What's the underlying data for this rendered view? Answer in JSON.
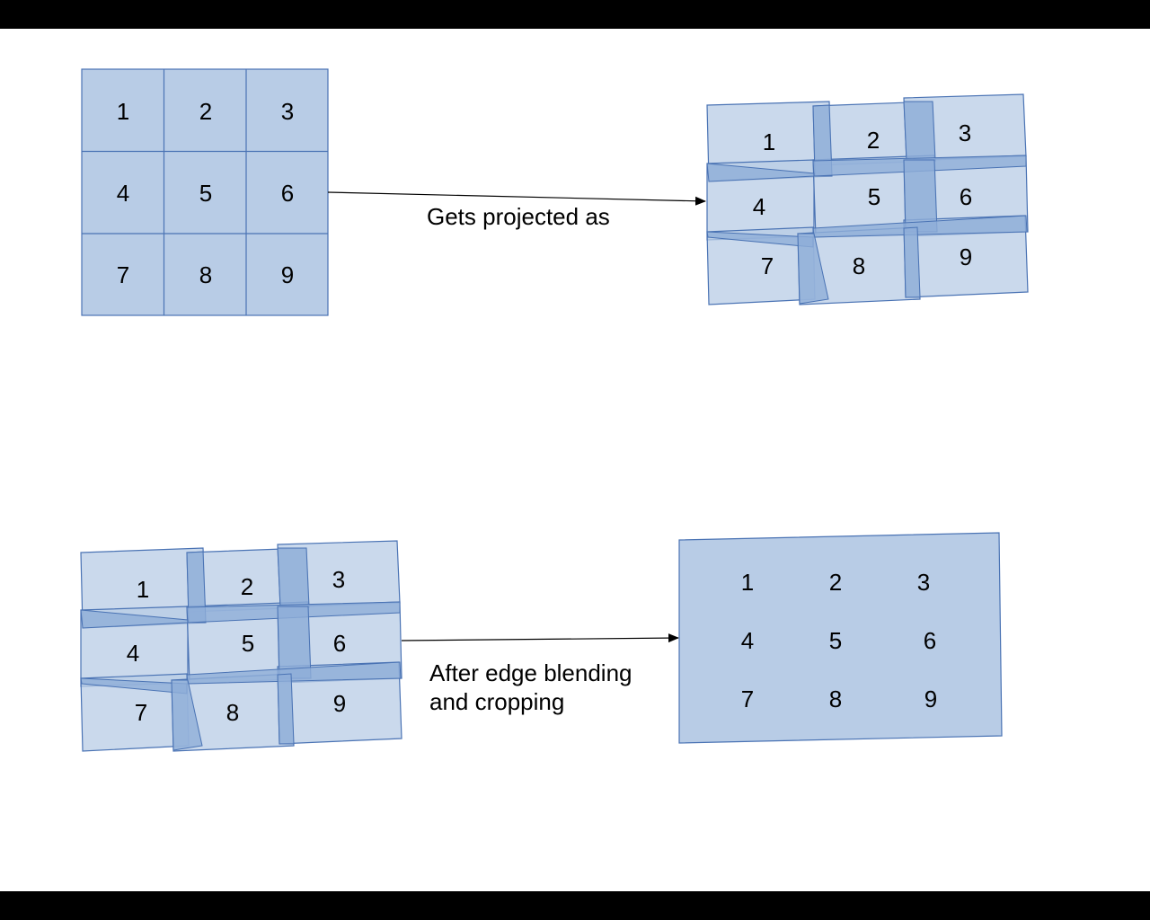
{
  "diagram": {
    "grid_labels": [
      "1",
      "2",
      "3",
      "4",
      "5",
      "6",
      "7",
      "8",
      "9"
    ],
    "arrow1_label": "Gets projected as",
    "arrow2_label_line1": "After edge blending",
    "arrow2_label_line2": "and cropping",
    "colors": {
      "tile_fill": "#b8cce6",
      "tile_stroke": "#4a73b4",
      "overlap_fill": "#8eaed8",
      "text": "#000000",
      "arrow": "#000000"
    }
  }
}
